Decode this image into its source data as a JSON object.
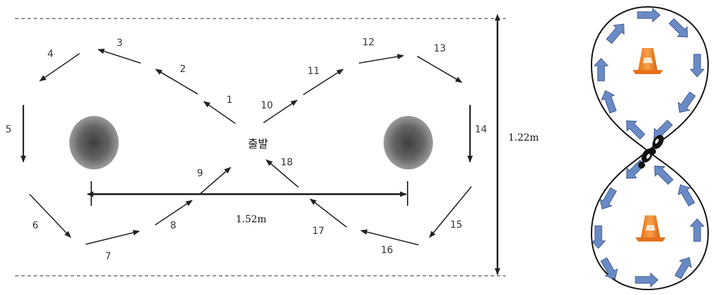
{
  "left_diagram": {
    "start_label": "출발",
    "width_label": "1.52m",
    "height_label": "1.22m",
    "step_numbers": [
      "1",
      "2",
      "3",
      "4",
      "5",
      "6",
      "7",
      "8",
      "9",
      "10",
      "11",
      "12",
      "13",
      "14",
      "15",
      "16",
      "17",
      "18"
    ]
  },
  "right_diagram": {
    "cone_icon": "traffic-cone-icon",
    "footprints_icon": "footprints-icon",
    "route_color": "#6a8ac6"
  }
}
